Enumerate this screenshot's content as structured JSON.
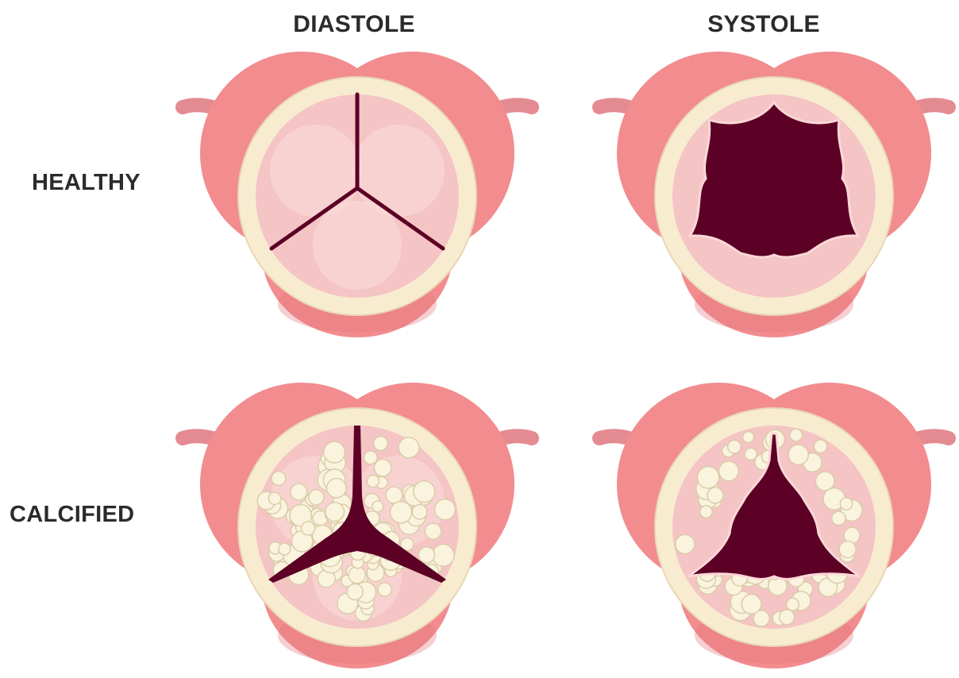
{
  "columns": {
    "diastole": "DIASTOLE",
    "systole": "SYSTOLE"
  },
  "rows": {
    "healthy": "HEALTHY",
    "calcified": "CALCIFIED"
  },
  "colors": {
    "background": "#ffffff",
    "text": "#2b2b2b",
    "sinus": "#f28c8f",
    "sinus_dark": "#e2767b",
    "vessel": "#e48b92",
    "ring": "#f8ecd0",
    "ring_edge": "#e9d6b4",
    "leaflet": "#f5c4c4",
    "leaflet_light": "#fad8d7",
    "lumen": "#5c0026",
    "calcium": "#faf3dd",
    "calcium_shadow": "#d9cba8"
  },
  "valves": [
    {
      "id": "healthy-diastole",
      "state": "closed",
      "condition": "healthy"
    },
    {
      "id": "healthy-systole",
      "state": "open",
      "condition": "healthy"
    },
    {
      "id": "calcified-diastole",
      "state": "closed",
      "condition": "calcified"
    },
    {
      "id": "calcified-systole",
      "state": "open",
      "condition": "calcified"
    }
  ]
}
